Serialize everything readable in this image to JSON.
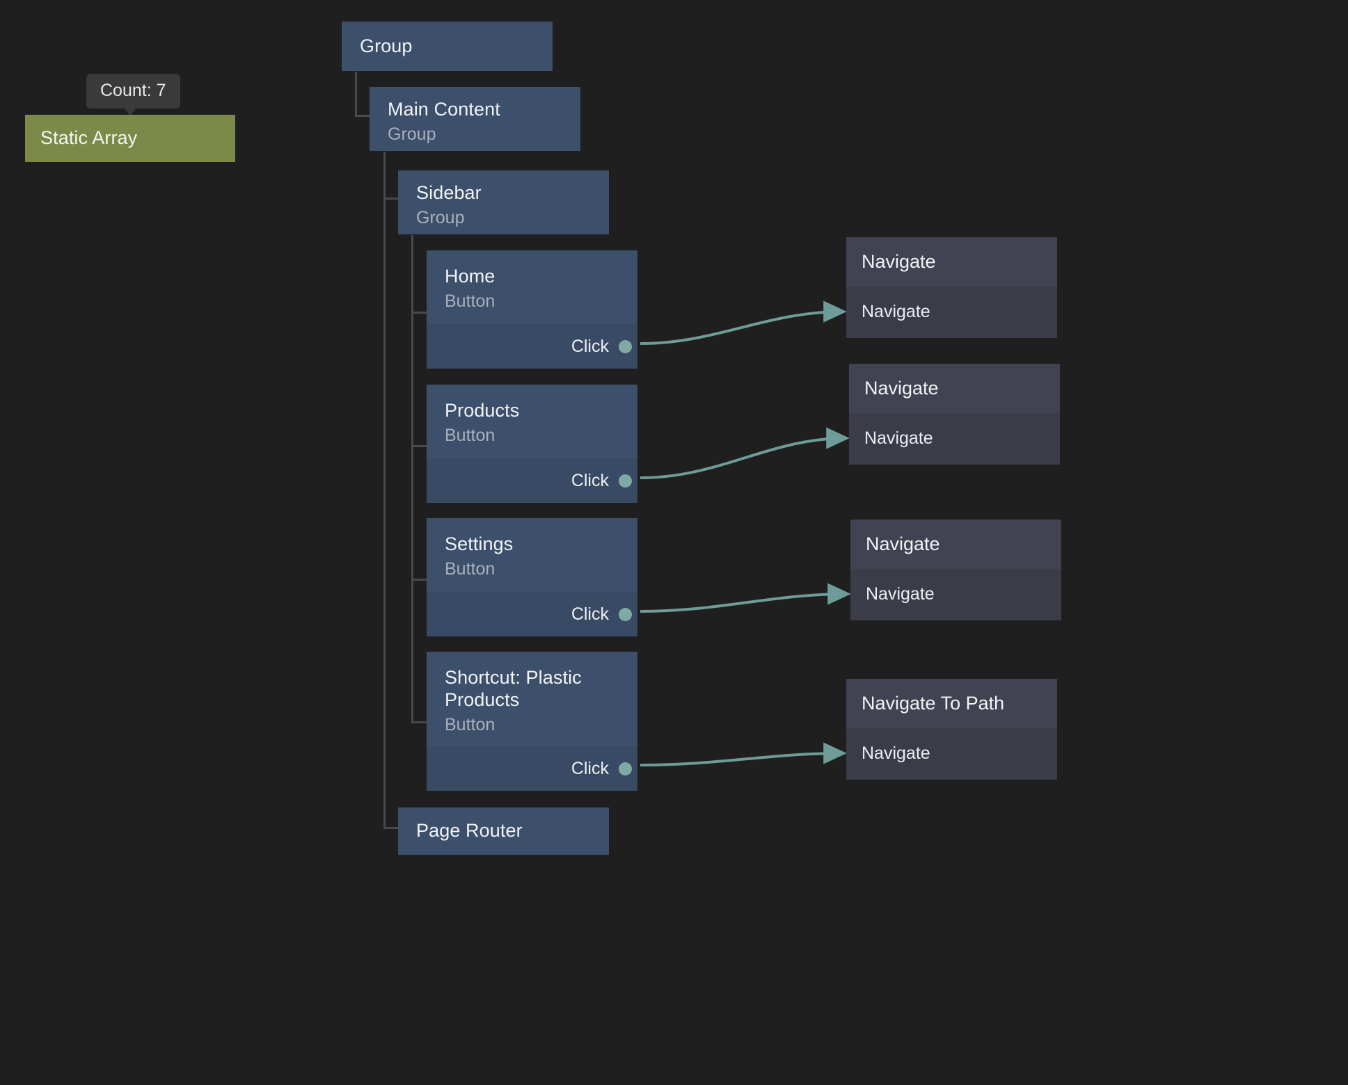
{
  "canvas": {
    "background": "#1f1f1f",
    "accent_green": "#7b8a49",
    "accent_node_blue": "#3c4f6b",
    "accent_action_gray": "#414352",
    "accent_edge_teal": "#7fa9a4"
  },
  "tooltip": {
    "text": "Count: 7"
  },
  "static_array": {
    "title": "Static Array"
  },
  "tree": {
    "root": {
      "title": "Group"
    },
    "main_content": {
      "title": "Main Content",
      "subtitle": "Group"
    },
    "sidebar": {
      "title": "Sidebar",
      "subtitle": "Group"
    },
    "page_router": {
      "title": "Page Router"
    },
    "buttons": [
      {
        "title": "Home",
        "subtitle": "Button",
        "event": "Click"
      },
      {
        "title": "Products",
        "subtitle": "Button",
        "event": "Click"
      },
      {
        "title": "Settings",
        "subtitle": "Button",
        "event": "Click"
      },
      {
        "title": "Shortcut: Plastic\nProducts",
        "subtitle": "Button",
        "event": "Click"
      }
    ]
  },
  "actions": [
    {
      "title": "Navigate",
      "port": "Navigate"
    },
    {
      "title": "Navigate",
      "port": "Navigate"
    },
    {
      "title": "Navigate",
      "port": "Navigate"
    },
    {
      "title": "Navigate To Path",
      "port": "Navigate"
    }
  ]
}
